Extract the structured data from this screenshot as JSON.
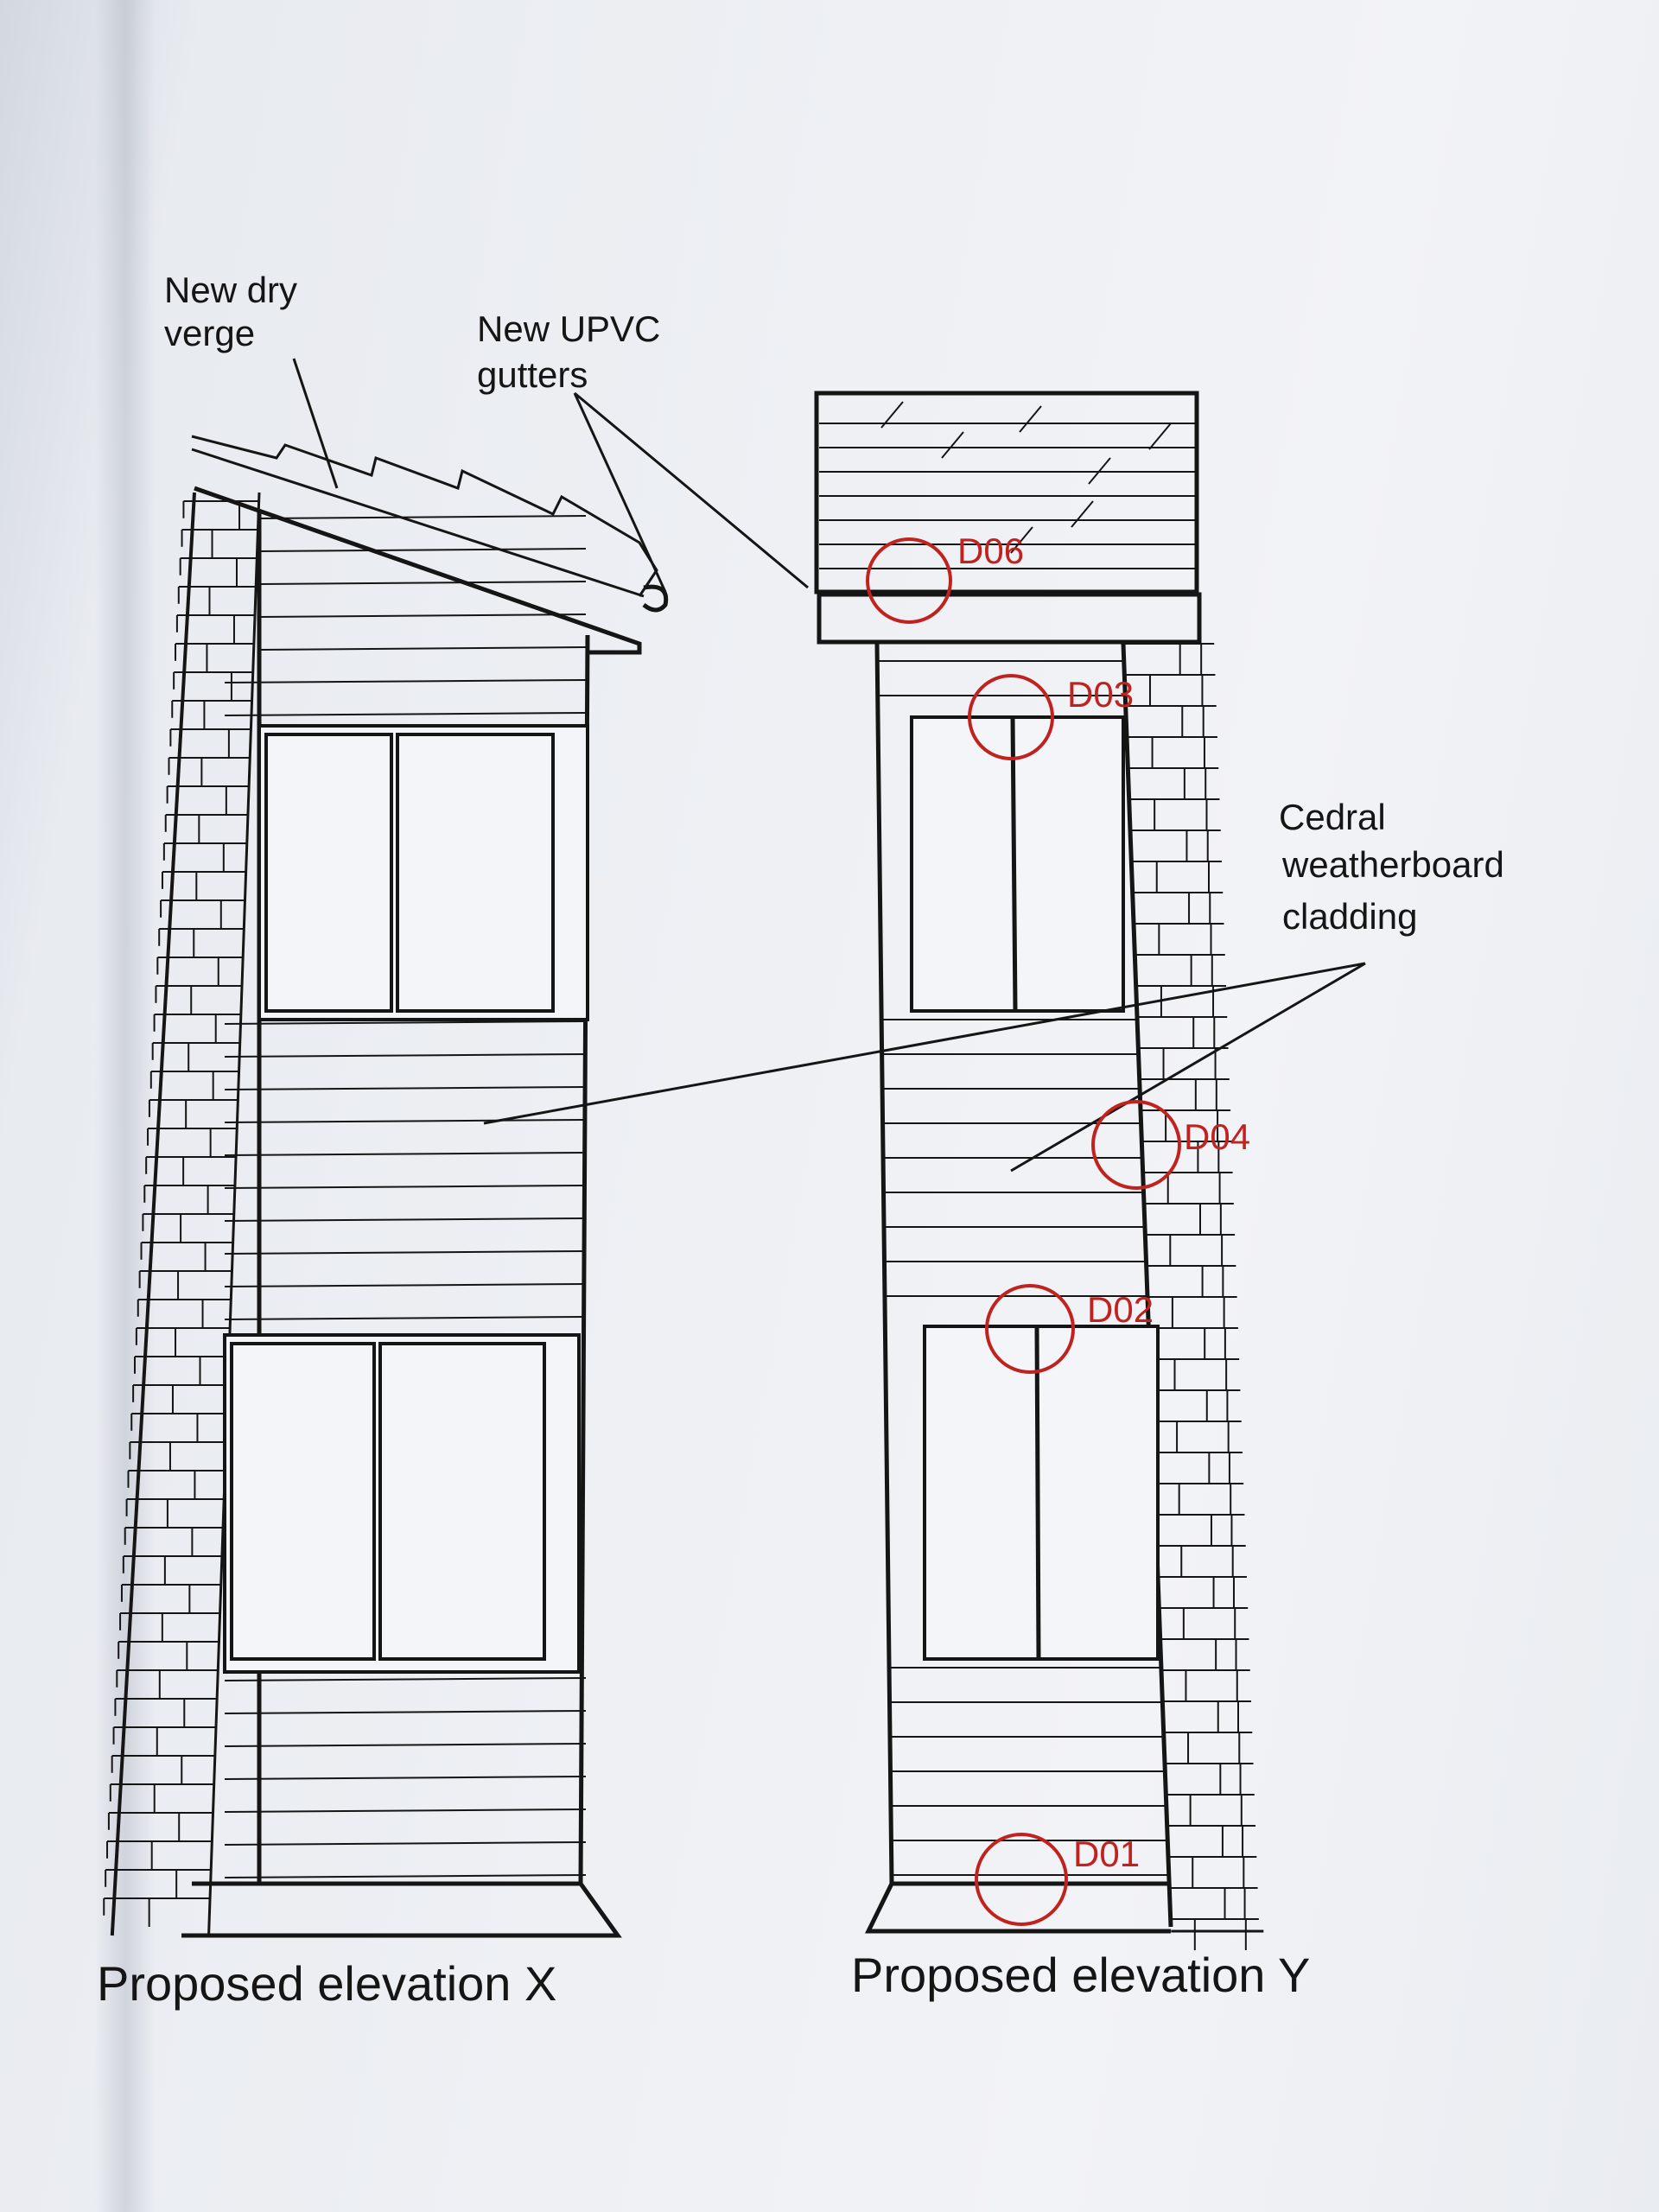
{
  "annotations": {
    "dry_verge": [
      "New dry",
      "verge"
    ],
    "gutters": [
      "New UPVC",
      "gutters"
    ],
    "cladding": [
      "Cedral",
      "weatherboard",
      "cladding"
    ]
  },
  "elevations": {
    "x_title": "Proposed elevation X",
    "y_title": "Proposed elevation Y"
  },
  "details": [
    "D06",
    "D03",
    "D04",
    "D02",
    "D01"
  ],
  "colors": {
    "linework": "#151515",
    "detail_markers": "#c0231f",
    "paper": "#eef0f4"
  }
}
